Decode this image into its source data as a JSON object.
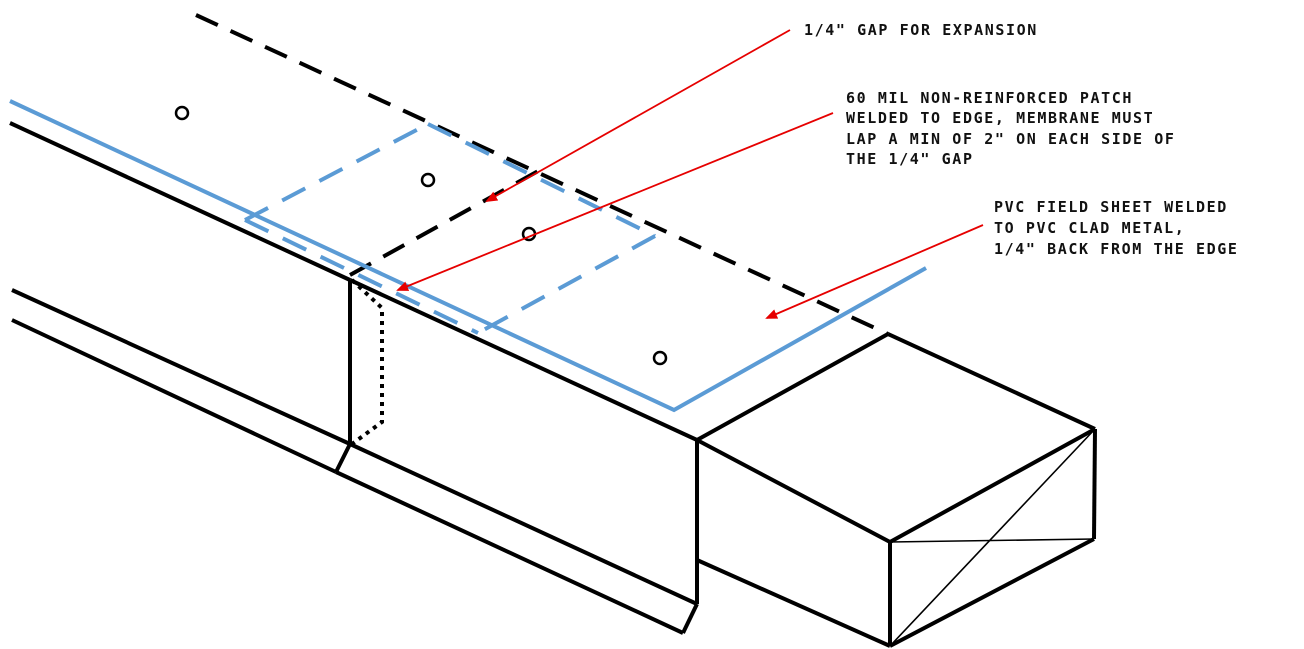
{
  "colors": {
    "outline": "#000000",
    "membrane": "#5b9bd5",
    "leader": "#e60000",
    "text": "#111111"
  },
  "callouts": {
    "gap": {
      "lines": [
        "1/4\" GAP FOR EXPANSION"
      ]
    },
    "patch": {
      "lines": [
        "60 MIL NON-REINFORCED PATCH",
        "WELDED TO EDGE, MEMBRANE MUST",
        "LAP A MIN OF 2\" ON EACH SIDE OF",
        "THE 1/4\" GAP"
      ]
    },
    "field_sheet": {
      "lines": [
        "PVC FIELD SHEET WELDED",
        "TO PVC CLAD METAL,",
        "1/4\" BACK FROM THE EDGE"
      ]
    }
  }
}
